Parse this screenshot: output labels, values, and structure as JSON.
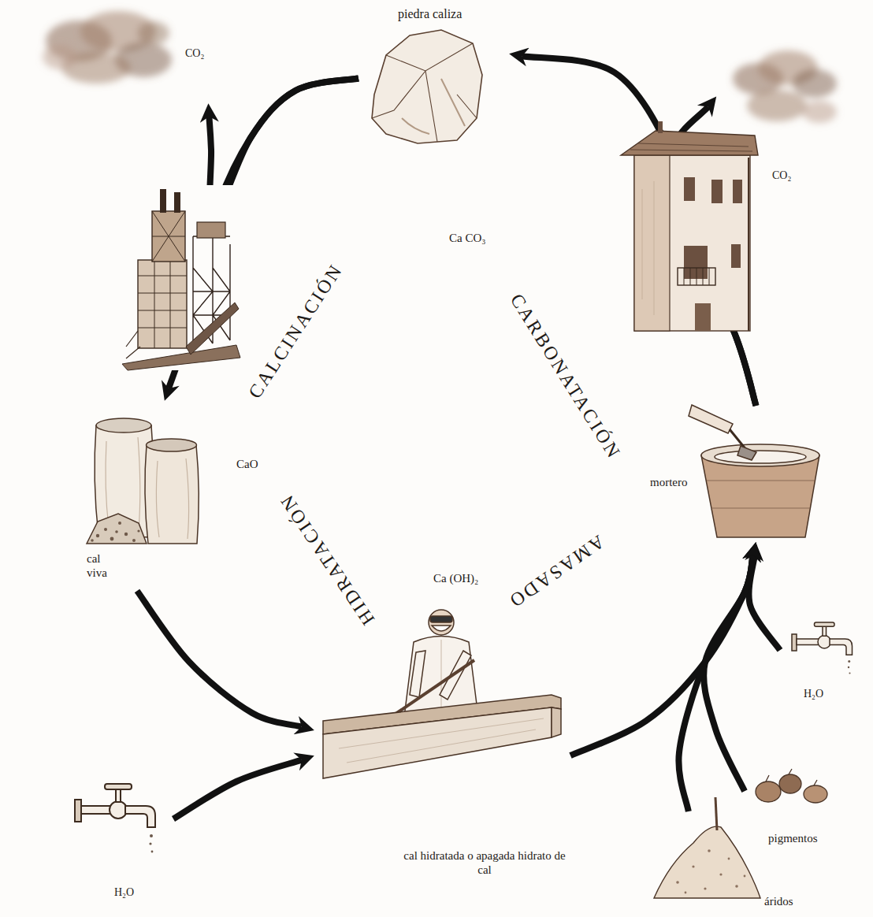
{
  "diagram": {
    "nodes": [
      {
        "text": [
          "piedra caliza",
          "Ca CO₃"
        ]
      },
      {
        "text": [
          "CO₂"
        ]
      },
      {
        "text": [
          "CO₂"
        ]
      },
      {
        "text": [
          "CaO",
          "cal viva"
        ]
      },
      {
        "text": [
          "mortero"
        ]
      },
      {
        "text": [
          "Ca (OH)₂",
          "cal hidratada o apagada hidrato de cal"
        ]
      },
      {
        "text": [
          "H₂O"
        ]
      },
      {
        "text": [
          "pigmentos"
        ]
      },
      {
        "text": [
          "H₂O"
        ]
      },
      {
        "text": [
          "áridos"
        ]
      }
    ],
    "edges": [
      {
        "from": 0,
        "to": 1,
        "arrow": "to"
      },
      {
        "from": 0,
        "to": 3,
        "arrow": "to"
      },
      {
        "from": 3,
        "to": 5,
        "arrow": "to"
      },
      {
        "from": 8,
        "to": 5,
        "arrow": "to"
      },
      {
        "from": 5,
        "to": 4,
        "arrow": "to"
      },
      {
        "from": 6,
        "to": 4,
        "arrow": "to"
      },
      {
        "from": 7,
        "to": 4,
        "arrow": "to"
      },
      {
        "from": 9,
        "to": 4,
        "arrow": "to"
      },
      {
        "from": 4,
        "to": 2,
        "arrow": "to"
      },
      {
        "from": 4,
        "to": 0,
        "arrow": "to"
      }
    ],
    "labels": [
      "CALCINACIÓN",
      "CARBONATACIÓN",
      "HIDRATACIÓN",
      "AMASADO"
    ]
  }
}
